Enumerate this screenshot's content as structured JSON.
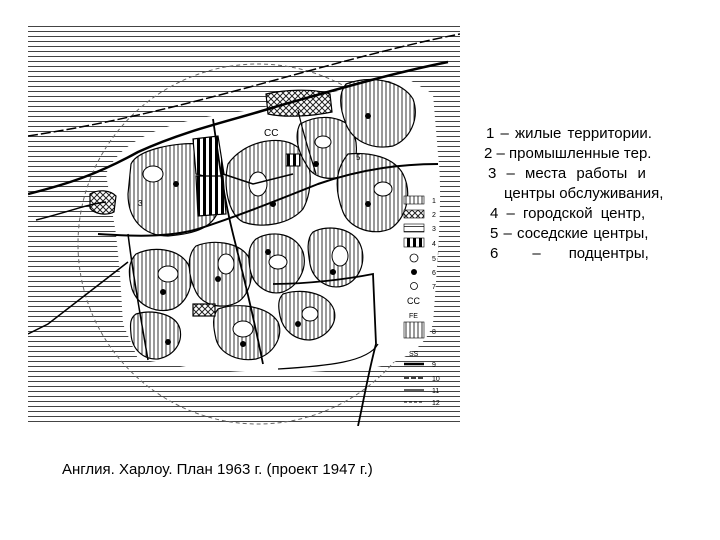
{
  "caption": {
    "country": "Англия. ",
    "city": "Харлоу",
    "rest": ". План 1963 г. (проект 1947 г.)"
  },
  "legend": {
    "item1": {
      "num": "1",
      "dash": "–",
      "text": "жилые территории."
    },
    "item2": {
      "num": "2",
      "dash": "–",
      "text": "промышленные тер."
    },
    "item3": {
      "num": "3",
      "dash": "–",
      "text": "места работы и",
      "cont": "центры обслуживания,"
    },
    "item4": {
      "num": "4",
      "dash": "–",
      "text": "городской центр,"
    },
    "item5": {
      "num": "5",
      "dash": "–",
      "text": "соседские центры,"
    },
    "item6": {
      "num": "6",
      "dash": "–",
      "text": "подцентры,"
    }
  },
  "map_key": [
    "1",
    "2",
    "3",
    "4",
    "5",
    "6",
    "7",
    "8",
    "9",
    "10",
    "11",
    "12"
  ],
  "map_labels": {
    "cc_top": "CC",
    "cc_key": "CC",
    "fe": "FE",
    "ss": "SS",
    "n3": "3",
    "n5": "5"
  },
  "colors": {
    "ink": "#000000",
    "paper": "#ffffff",
    "hatch": "#555555"
  }
}
